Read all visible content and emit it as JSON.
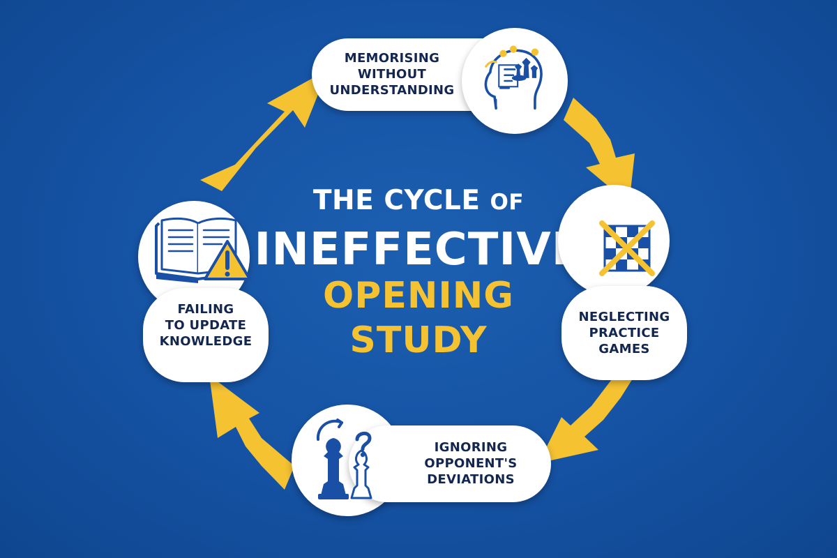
{
  "title": {
    "line1_main": "THE CYCLE",
    "line1_small": "OF",
    "line2": "INEFFECTIVE",
    "line3": "OPENING",
    "line4": "STUDY"
  },
  "steps": [
    {
      "lines": [
        "MEMORISING",
        "WITHOUT",
        "UNDERSTANDING"
      ],
      "icon": "head-brain-chess-icon"
    },
    {
      "lines": [
        "NEGLECTING",
        "PRACTICE",
        "GAMES"
      ],
      "icon": "crossed-chessboard-icon"
    },
    {
      "lines": [
        "IGNORING",
        "OPPONENT'S",
        "DEVIATIONS"
      ],
      "icon": "chess-pieces-question-icon"
    },
    {
      "lines": [
        "FAILING",
        "TO UPDATE",
        "KNOWLEDGE"
      ],
      "icon": "book-warning-icon"
    }
  ],
  "colors": {
    "background": "#1552a3",
    "arrow": "#f5c232",
    "title_primary": "#ffffff",
    "title_accent": "#f5c232",
    "label_text": "#12264f",
    "icon_blue": "#1a4fa6"
  }
}
